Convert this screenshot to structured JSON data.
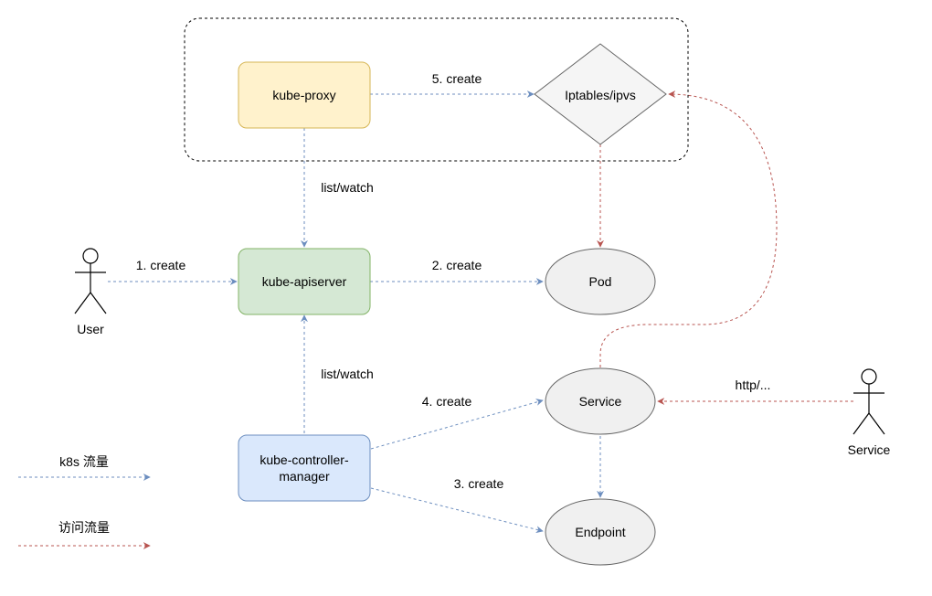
{
  "colors": {
    "k8s_flow": "#6c8ebf",
    "access_flow": "#b85450",
    "proxy_fill": "#fff2cc",
    "proxy_stroke": "#d6b656",
    "apiserver_fill": "#d5e8d4",
    "apiserver_stroke": "#82b366",
    "controller_fill": "#dae8fc",
    "controller_stroke": "#6c8ebf",
    "resource_fill": "#f0f0f0",
    "resource_stroke": "#666666"
  },
  "nodes": {
    "kube_proxy": "kube-proxy",
    "kube_apiserver": "kube-apiserver",
    "controller_line1": "kube-controller-",
    "controller_line2": "manager",
    "iptables": "Iptables/ipvs",
    "pod": "Pod",
    "service": "Service",
    "endpoint": "Endpoint"
  },
  "actors": {
    "user": "User",
    "service_client": "Service"
  },
  "edges": {
    "create_1": "1. create",
    "create_2": "2. create",
    "create_3": "3. create",
    "create_4": "4. create",
    "create_5": "5. create",
    "list_watch_top": "list/watch",
    "list_watch_bottom": "list/watch",
    "http": "http/..."
  },
  "legend": {
    "k8s_flow": "k8s 流量",
    "access_flow": "访问流量"
  }
}
